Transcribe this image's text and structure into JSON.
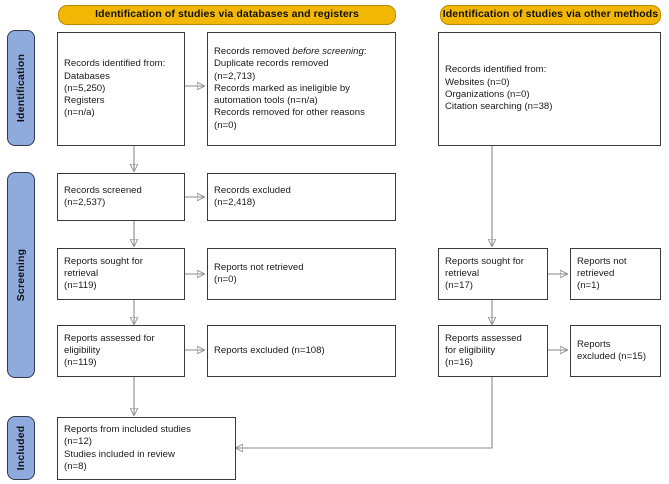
{
  "diagram": {
    "type": "PRISMA 2020 flow diagram",
    "headers": {
      "left": "Identification of studies via databases and registers",
      "right": "Identification of studies via other methods"
    },
    "phases": [
      {
        "id": "identification",
        "label": "Identification"
      },
      {
        "id": "screening",
        "label": "Screening"
      },
      {
        "id": "included",
        "label": "Included"
      }
    ],
    "left_column": {
      "identified": {
        "lines": [
          "Records identified from:",
          "Databases",
          "(n=5,250)",
          "Registers",
          "(n=n/a)"
        ]
      },
      "removed_before_screening": {
        "lines": [
          "Records removed before screening:",
          "Duplicate records removed",
          "(n=2,713)",
          "Records marked as ineligible by",
          "automation tools (n=n/a)",
          "Records removed for other reasons",
          "(n=0)"
        ],
        "title_prefix": "Records removed ",
        "title_italic": "before screening",
        "title_suffix": ":"
      },
      "records_screened": {
        "lines": [
          "Records screened",
          "(n=2,537)"
        ]
      },
      "records_excluded": {
        "lines": [
          "Records excluded",
          "(n=2,418)"
        ]
      },
      "reports_sought": {
        "lines": [
          "Reports sought for",
          "retrieval",
          "(n=119)"
        ]
      },
      "reports_not_retrieved": {
        "lines": [
          "Reports not retrieved",
          "(n=0)"
        ]
      },
      "reports_assessed": {
        "lines": [
          "Reports assessed for",
          "eligibility",
          "(n=119)"
        ]
      },
      "reports_excluded": {
        "lines": [
          "Reports excluded (n=108)"
        ]
      }
    },
    "right_column": {
      "identified_other": {
        "lines": [
          "Records identified from:",
          "Websites (n=0)",
          "Organizations (n=0)",
          "Citation searching (n=38)"
        ]
      },
      "reports_sought": {
        "lines": [
          "Reports sought for",
          "retrieval",
          "(n=17)"
        ]
      },
      "reports_not_retrieved": {
        "lines": [
          "Reports not",
          "retrieved",
          "(n=1)"
        ]
      },
      "reports_assessed": {
        "lines": [
          "Reports assessed",
          "for eligibility",
          "(n=16)"
        ]
      },
      "reports_excluded": {
        "lines": [
          "Reports",
          "excluded (n=15)"
        ]
      }
    },
    "included_box": {
      "lines": [
        "Reports from included studies",
        "(n=12)",
        "Studies included in review",
        "(n=8)"
      ]
    },
    "colors": {
      "header_fill": "#F2B705",
      "header_border": "#B88A00",
      "phase_fill": "#8FAADC",
      "phase_border": "#2F3A4A",
      "box_border": "#3a3a3a",
      "connector": "#8a8a8a",
      "text": "#1a1a1a",
      "background": "#ffffff"
    }
  }
}
